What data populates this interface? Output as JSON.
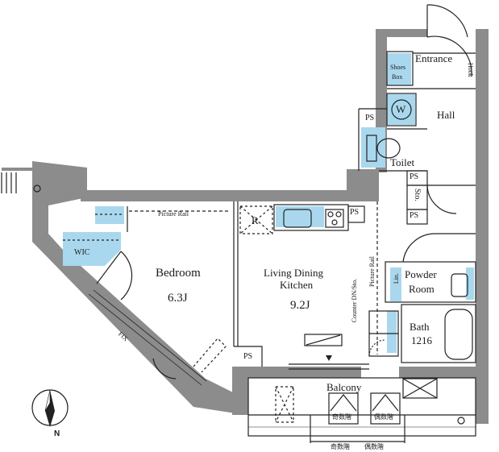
{
  "rooms": {
    "entrance": "Entrance",
    "shoes_box_line1": "Shoes",
    "shoes_box_line2": "Box",
    "hook": "Hook",
    "w": "W",
    "hall": "Hall",
    "ps_hall": "PS",
    "toilet": "Toilet",
    "ps_right_1": "PS",
    "sto": "Sto.",
    "ps_right_2": "PS",
    "ps_kitchen": "PS",
    "picture_rail_bedroom": "Picture Rail",
    "refrigerator": "R",
    "wic": "WIC",
    "bedroom": "Bedroom",
    "bedroom_size": "6.3J",
    "ldk_line1": "Living Dining",
    "ldk_line2": "Kitchen",
    "ldk_size": "9.2J",
    "counter_label": "Counter DN/Sto.",
    "picture_rail_ldk": "Picture Rail",
    "lin": "Lin.",
    "powder_line1": "Powder",
    "powder_line2": "Room",
    "bath": "Bath",
    "bath_size": "1216",
    "ps_bottom": "PS",
    "fix": "FIX",
    "balcony": "Balcony",
    "odd_floor": "奇数階",
    "even_floor": "偶数階",
    "odd_floor_bottom": "奇数階",
    "even_floor_bottom": "偶数階"
  },
  "compass": {
    "north": "N"
  },
  "colors": {
    "wall": "#8c8c8c",
    "wet_area": "#a9d8ee",
    "line": "#222222"
  }
}
